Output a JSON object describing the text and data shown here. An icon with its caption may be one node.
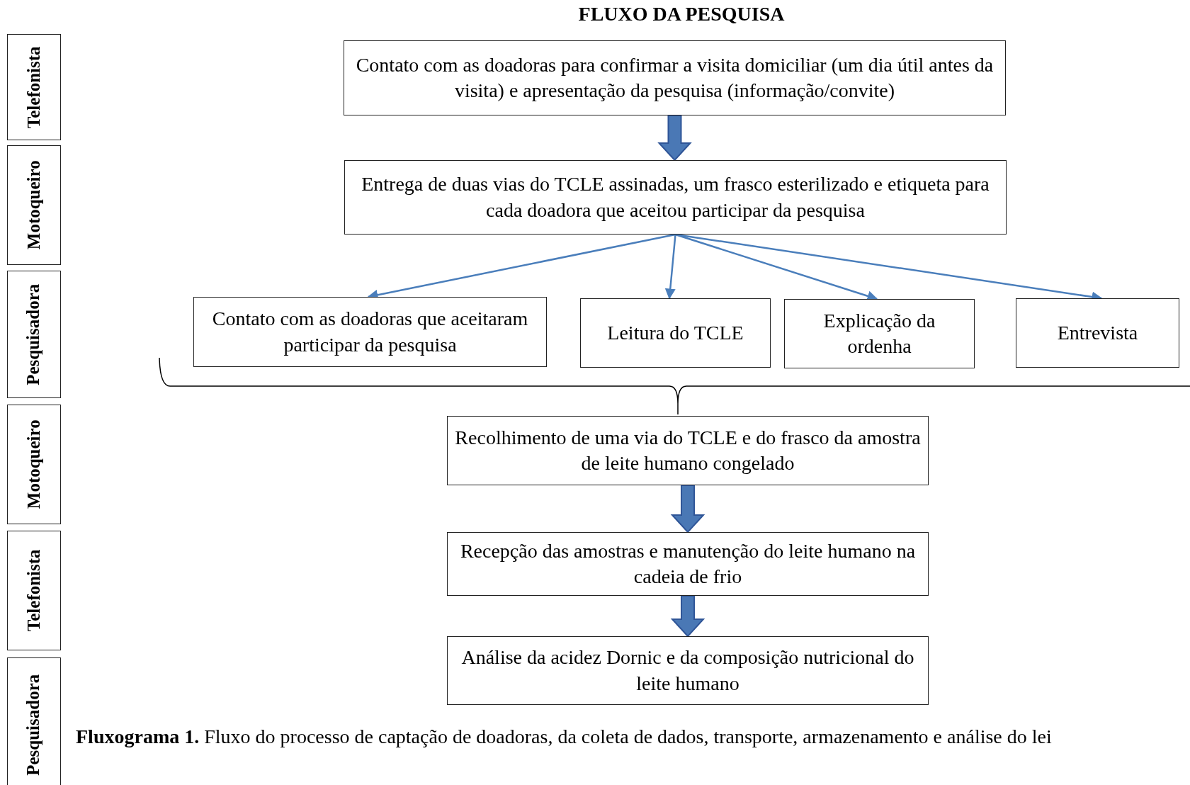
{
  "diagram": {
    "title": "FLUXO DA PESQUISA",
    "nodes": [
      {
        "text": [
          "Telefonista"
        ]
      },
      {
        "text": [
          "Motoqueiro"
        ]
      },
      {
        "text": [
          "Pesquisadora"
        ]
      },
      {
        "text": [
          "Motoqueiro"
        ]
      },
      {
        "text": [
          "Telefonista"
        ]
      },
      {
        "text": [
          "Pesquisadora"
        ]
      },
      {
        "text": [
          "Contato com as doadoras para confirmar a visita domiciliar (um dia útil antes da visita) e apresentação da pesquisa (informação/convite)"
        ]
      },
      {
        "text": [
          "Entrega de duas vias do TCLE assinadas, um frasco esterilizado e etiqueta para cada doadora que aceitou participar da pesquisa"
        ]
      },
      {
        "text": [
          "Contato com as doadoras que aceitaram participar da pesquisa"
        ]
      },
      {
        "text": [
          "Leitura do TCLE"
        ]
      },
      {
        "text": [
          "Explicação da ordenha"
        ]
      },
      {
        "text": [
          "Entrevista"
        ]
      },
      {
        "text": [
          "Recolhimento de uma via do TCLE e do frasco da amostra de leite humano congelado"
        ]
      },
      {
        "text": [
          "Recepção das amostras e manutenção do leite humano na cadeia de frio"
        ]
      },
      {
        "text": [
          "Análise da acidez Dornic e da composição nutricional do leite humano"
        ]
      }
    ],
    "edges": [
      {
        "from": 6,
        "to": 7,
        "arrow": "to",
        "style": "thick"
      },
      {
        "from": 7,
        "to": 8,
        "arrow": "to"
      },
      {
        "from": 7,
        "to": 9,
        "arrow": "to"
      },
      {
        "from": 7,
        "to": 10,
        "arrow": "to"
      },
      {
        "from": 7,
        "to": 11,
        "arrow": "to"
      },
      {
        "from": 12,
        "to": 13,
        "arrow": "to",
        "style": "thick"
      },
      {
        "from": 13,
        "to": 14,
        "arrow": "to",
        "style": "thick"
      }
    ],
    "caption": "**Fluxograma 1.** Fluxo do processo de captação de doadoras, da coleta de dados, transporte, armazenamento e análise do lei"
  }
}
